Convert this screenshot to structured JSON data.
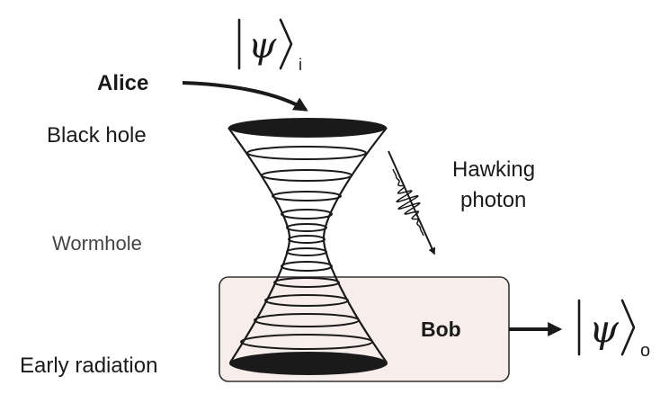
{
  "labels": {
    "alice": "Alice",
    "black_hole": "Black hole",
    "hawking_photon_line1": "Hawking",
    "hawking_photon_line2": "photon",
    "wormhole": "Wormhole",
    "bob": "Bob",
    "early_radiation": "Early radiation"
  },
  "states": {
    "input_symbol": "ψ",
    "input_subscript": "i",
    "output_symbol": "ψ",
    "output_subscript": "o"
  },
  "colors": {
    "ink": "#1a1a1a",
    "bob_box_fill": "#f7eeec",
    "bob_box_stroke": "#333333",
    "wormhole_label": "#444444"
  }
}
